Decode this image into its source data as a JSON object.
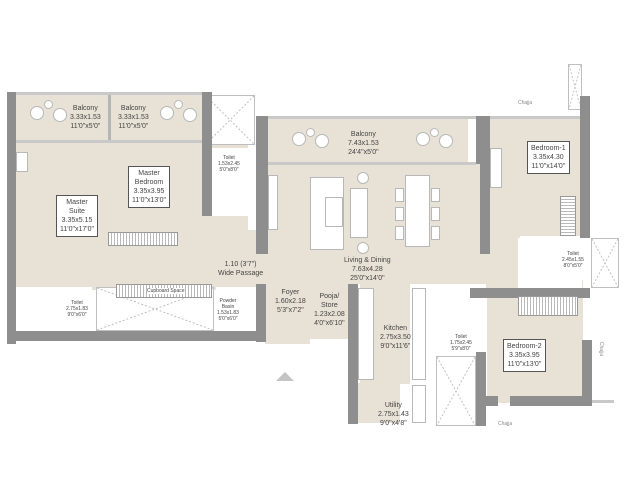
{
  "plan": {
    "north_arrow": "north-arrow-icon",
    "rooms": {
      "balcony_1": {
        "name": "Balcony",
        "metric": "3.33x1.53",
        "imperial": "11'0\"x5'0\""
      },
      "balcony_2": {
        "name": "Balcony",
        "metric": "3.33x1.53",
        "imperial": "11'0\"x5'0\""
      },
      "balcony_3": {
        "name": "Balcony",
        "metric": "7.43x1.53",
        "imperial": "24'4\"x5'0\""
      },
      "master_suite": {
        "name": "Master",
        "name2": "Suite",
        "metric": "3.35x5.15",
        "imperial": "11'0\"x17'0\""
      },
      "master_bedroom": {
        "name": "Master",
        "name2": "Bedroom",
        "metric": "3.35x3.95",
        "imperial": "11'0\"x13'0\""
      },
      "toilet_1": {
        "name": "Toilet",
        "metric": "1.53x2.45",
        "imperial": "5'0\"x8'0\""
      },
      "bedroom_1": {
        "name": "Bedroom-1",
        "metric": "3.35x4.30",
        "imperial": "11'0\"x14'0\""
      },
      "toilet_2": {
        "name": "Toilet",
        "metric": "2.45x1.55",
        "imperial": "8'0\"x5'0\""
      },
      "living_dining": {
        "name": "Living & Dining",
        "metric": "7.63x4.28",
        "imperial": "25'0\"x14'0\""
      },
      "passage": {
        "metric": "1.10 (3'7\")",
        "name": "Wide Passage"
      },
      "toilet_3": {
        "name": "Toilet",
        "metric": "2.75x1.83",
        "imperial": "9'0\"x6'0\""
      },
      "cupboard": {
        "name": "Cupboard Space"
      },
      "powder_basin": {
        "name": "Powder",
        "name2": "Basin",
        "metric": "1.53x1.83",
        "imperial": "5'0\"x6'0\""
      },
      "foyer": {
        "name": "Foyer",
        "metric": "1.60x2.18",
        "imperial": "5'3\"x7'2\""
      },
      "pooja_store": {
        "name": "Pooja/",
        "name2": "Store",
        "metric": "1.23x2.08",
        "imperial": "4'0\"x6'10\""
      },
      "kitchen": {
        "name": "Kitchen",
        "metric": "2.75x3.50",
        "imperial": "9'0\"x11'6\""
      },
      "toilet_4": {
        "name": "Toilet",
        "metric": "1.75x2.45",
        "imperial": "5'9\"x8'0\""
      },
      "bedroom_2": {
        "name": "Bedroom-2",
        "metric": "3.35x3.95",
        "imperial": "11'0\"x13'0\""
      },
      "utility": {
        "name": "Utility",
        "metric": "2.75x1.43",
        "imperial": "9'0\"x4'8\""
      }
    },
    "chajja_labels": [
      "Chajja",
      "Chajja",
      "Chajja"
    ]
  }
}
